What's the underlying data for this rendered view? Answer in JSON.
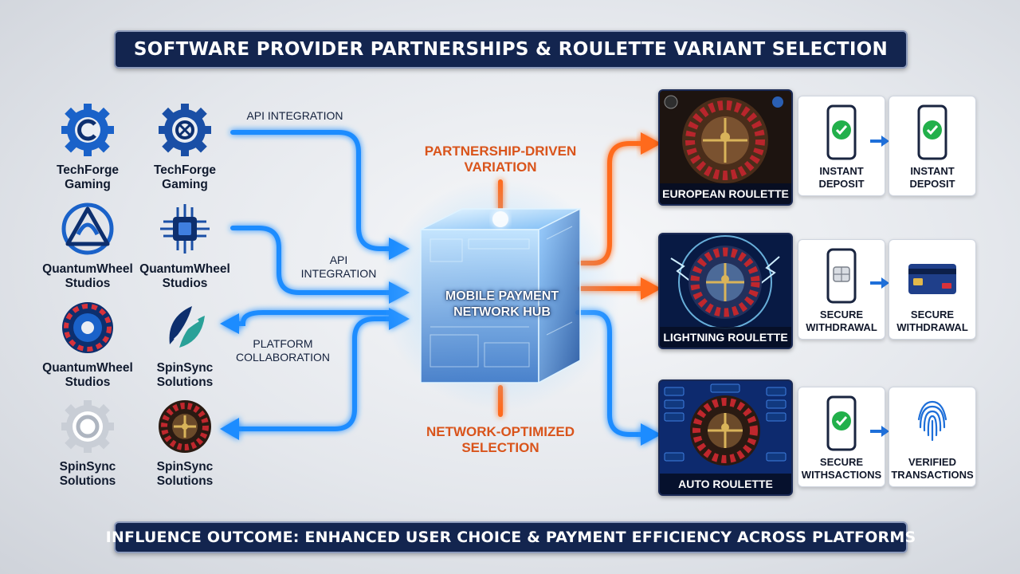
{
  "title": "SOFTWARE PROVIDER PARTNERSHIPS & ROULETTE VARIANT SELECTION",
  "footer": "INFLUENCE OUTCOME: ENHANCED USER CHOICE & PAYMENT EFFICIENCY ACROSS PLATFORMS",
  "providers": [
    {
      "name_line1": "TechForge",
      "name_line2": "Gaming",
      "icon": "gear-c-icon"
    },
    {
      "name_line1": "TechForge",
      "name_line2": "Gaming",
      "icon": "gear-target-icon"
    },
    {
      "name_line1": "QuantumWheel",
      "name_line2": "Studios",
      "icon": "triangle-swirl-icon"
    },
    {
      "name_line1": "QuantumWheel",
      "name_line2": "Studios",
      "icon": "circuit-chip-icon"
    },
    {
      "name_line1": "QuantumWheel",
      "name_line2": "Studios",
      "icon": "roulette-dial-icon"
    },
    {
      "name_line1": "SpinSync",
      "name_line2": "Solutions",
      "icon": "leaf-swirl-icon"
    },
    {
      "name_line1": "SpinSync",
      "name_line2": "Solutions",
      "icon": "gear-ring-icon"
    },
    {
      "name_line1": "SpinSync",
      "name_line2": "Solutions",
      "icon": "roulette-wheel-icon"
    }
  ],
  "flow_labels": {
    "api_top": "API INTEGRATION",
    "api_mid_line1": "API",
    "api_mid_line2": "INTEGRATION",
    "platform_line1": "PLATFORM",
    "platform_line2": "COLLABORATION"
  },
  "orange_labels": {
    "partnership_line1": "PARTNERSHIP-DRIVEN",
    "partnership_line2": "VARIATION",
    "network_line1": "NETWORK-OPTIMIZED",
    "network_line2": "SELECTION"
  },
  "hub": {
    "line1": "MOBILE PAYMENT",
    "line2": "NETWORK HUB"
  },
  "games": [
    {
      "name": "EUROPEAN ROULETTE",
      "payments": [
        {
          "line1": "INSTANT",
          "line2": "DEPOSIT",
          "icon": "phone-check-icon"
        },
        {
          "line1": "INSTANT",
          "line2": "DEPOSIT",
          "icon": "phone-check-icon"
        }
      ]
    },
    {
      "name": "LIGHTNING ROULETTE",
      "payments": [
        {
          "line1": "SECURE",
          "line2": "WITHDRAWAL",
          "icon": "phone-chip-icon"
        },
        {
          "line1": "SECURE",
          "line2": "WITHDRAWAL",
          "icon": "credit-card-icon"
        }
      ]
    },
    {
      "name": "AUTO ROULETTE",
      "payments": [
        {
          "line1": "SECURE",
          "line2": "WITHSACTIONS",
          "icon": "phone-check-icon"
        },
        {
          "line1": "VERIFIED",
          "line2": "TRANSACTIONS",
          "icon": "fingerprint-icon"
        }
      ]
    }
  ],
  "colors": {
    "banner": "#13254f",
    "blue_flow": "#1e8cff",
    "orange_flow": "#ff6a1a",
    "hub_glow": "#4fb6ff"
  }
}
